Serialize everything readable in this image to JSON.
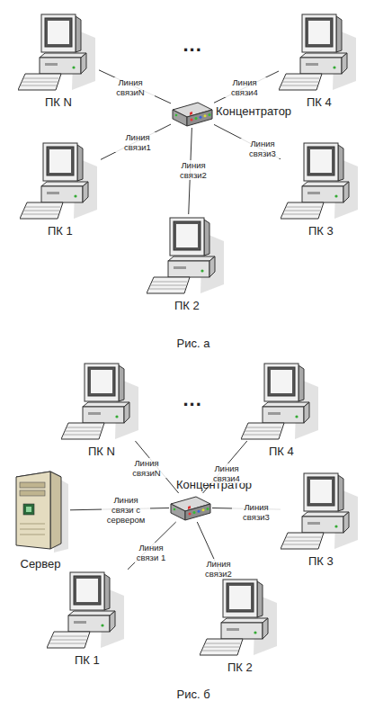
{
  "diagram": {
    "nodes": [
      {
        "text": [
          "ПК N"
        ]
      },
      {
        "text": [
          "ПК 4"
        ]
      },
      {
        "text": [
          "Концентратор"
        ]
      },
      {
        "text": [
          "ПК 1"
        ]
      },
      {
        "text": [
          "ПК 3"
        ]
      },
      {
        "text": [
          "ПК 2"
        ]
      },
      {
        "text": [
          "ПК N"
        ]
      },
      {
        "text": [
          "ПК 4"
        ]
      },
      {
        "text": [
          "Концентратор"
        ]
      },
      {
        "text": [
          "Сервер"
        ]
      },
      {
        "text": [
          "ПК 3"
        ]
      },
      {
        "text": [
          "ПК 1"
        ]
      },
      {
        "text": [
          "ПК 2"
        ]
      }
    ],
    "edges": [
      {
        "from": 2,
        "to": 0,
        "label": "Линия связиN",
        "arrow": "none"
      },
      {
        "from": 2,
        "to": 1,
        "label": "Линия связи4",
        "arrow": "none"
      },
      {
        "from": 2,
        "to": 3,
        "label": "Линия связи1",
        "arrow": "none"
      },
      {
        "from": 2,
        "to": 5,
        "label": "Линия связи2",
        "arrow": "none"
      },
      {
        "from": 2,
        "to": 4,
        "label": "Линия связи3",
        "arrow": "none"
      },
      {
        "from": 8,
        "to": 6,
        "label": "Линия связиN",
        "arrow": "none"
      },
      {
        "from": 8,
        "to": 7,
        "label": "Линия связи4",
        "arrow": "none"
      },
      {
        "from": 8,
        "to": 9,
        "label": "Линия связи с сервером",
        "arrow": "none"
      },
      {
        "from": 8,
        "to": 10,
        "label": "Линия связи3",
        "arrow": "none"
      },
      {
        "from": 8,
        "to": 11,
        "label": "Линия связи 1",
        "arrow": "none"
      },
      {
        "from": 8,
        "to": 12,
        "label": "Линия связи2",
        "arrow": "none"
      }
    ],
    "labels": [
      "...",
      "Рис. а",
      "...",
      "Рис. б"
    ]
  }
}
